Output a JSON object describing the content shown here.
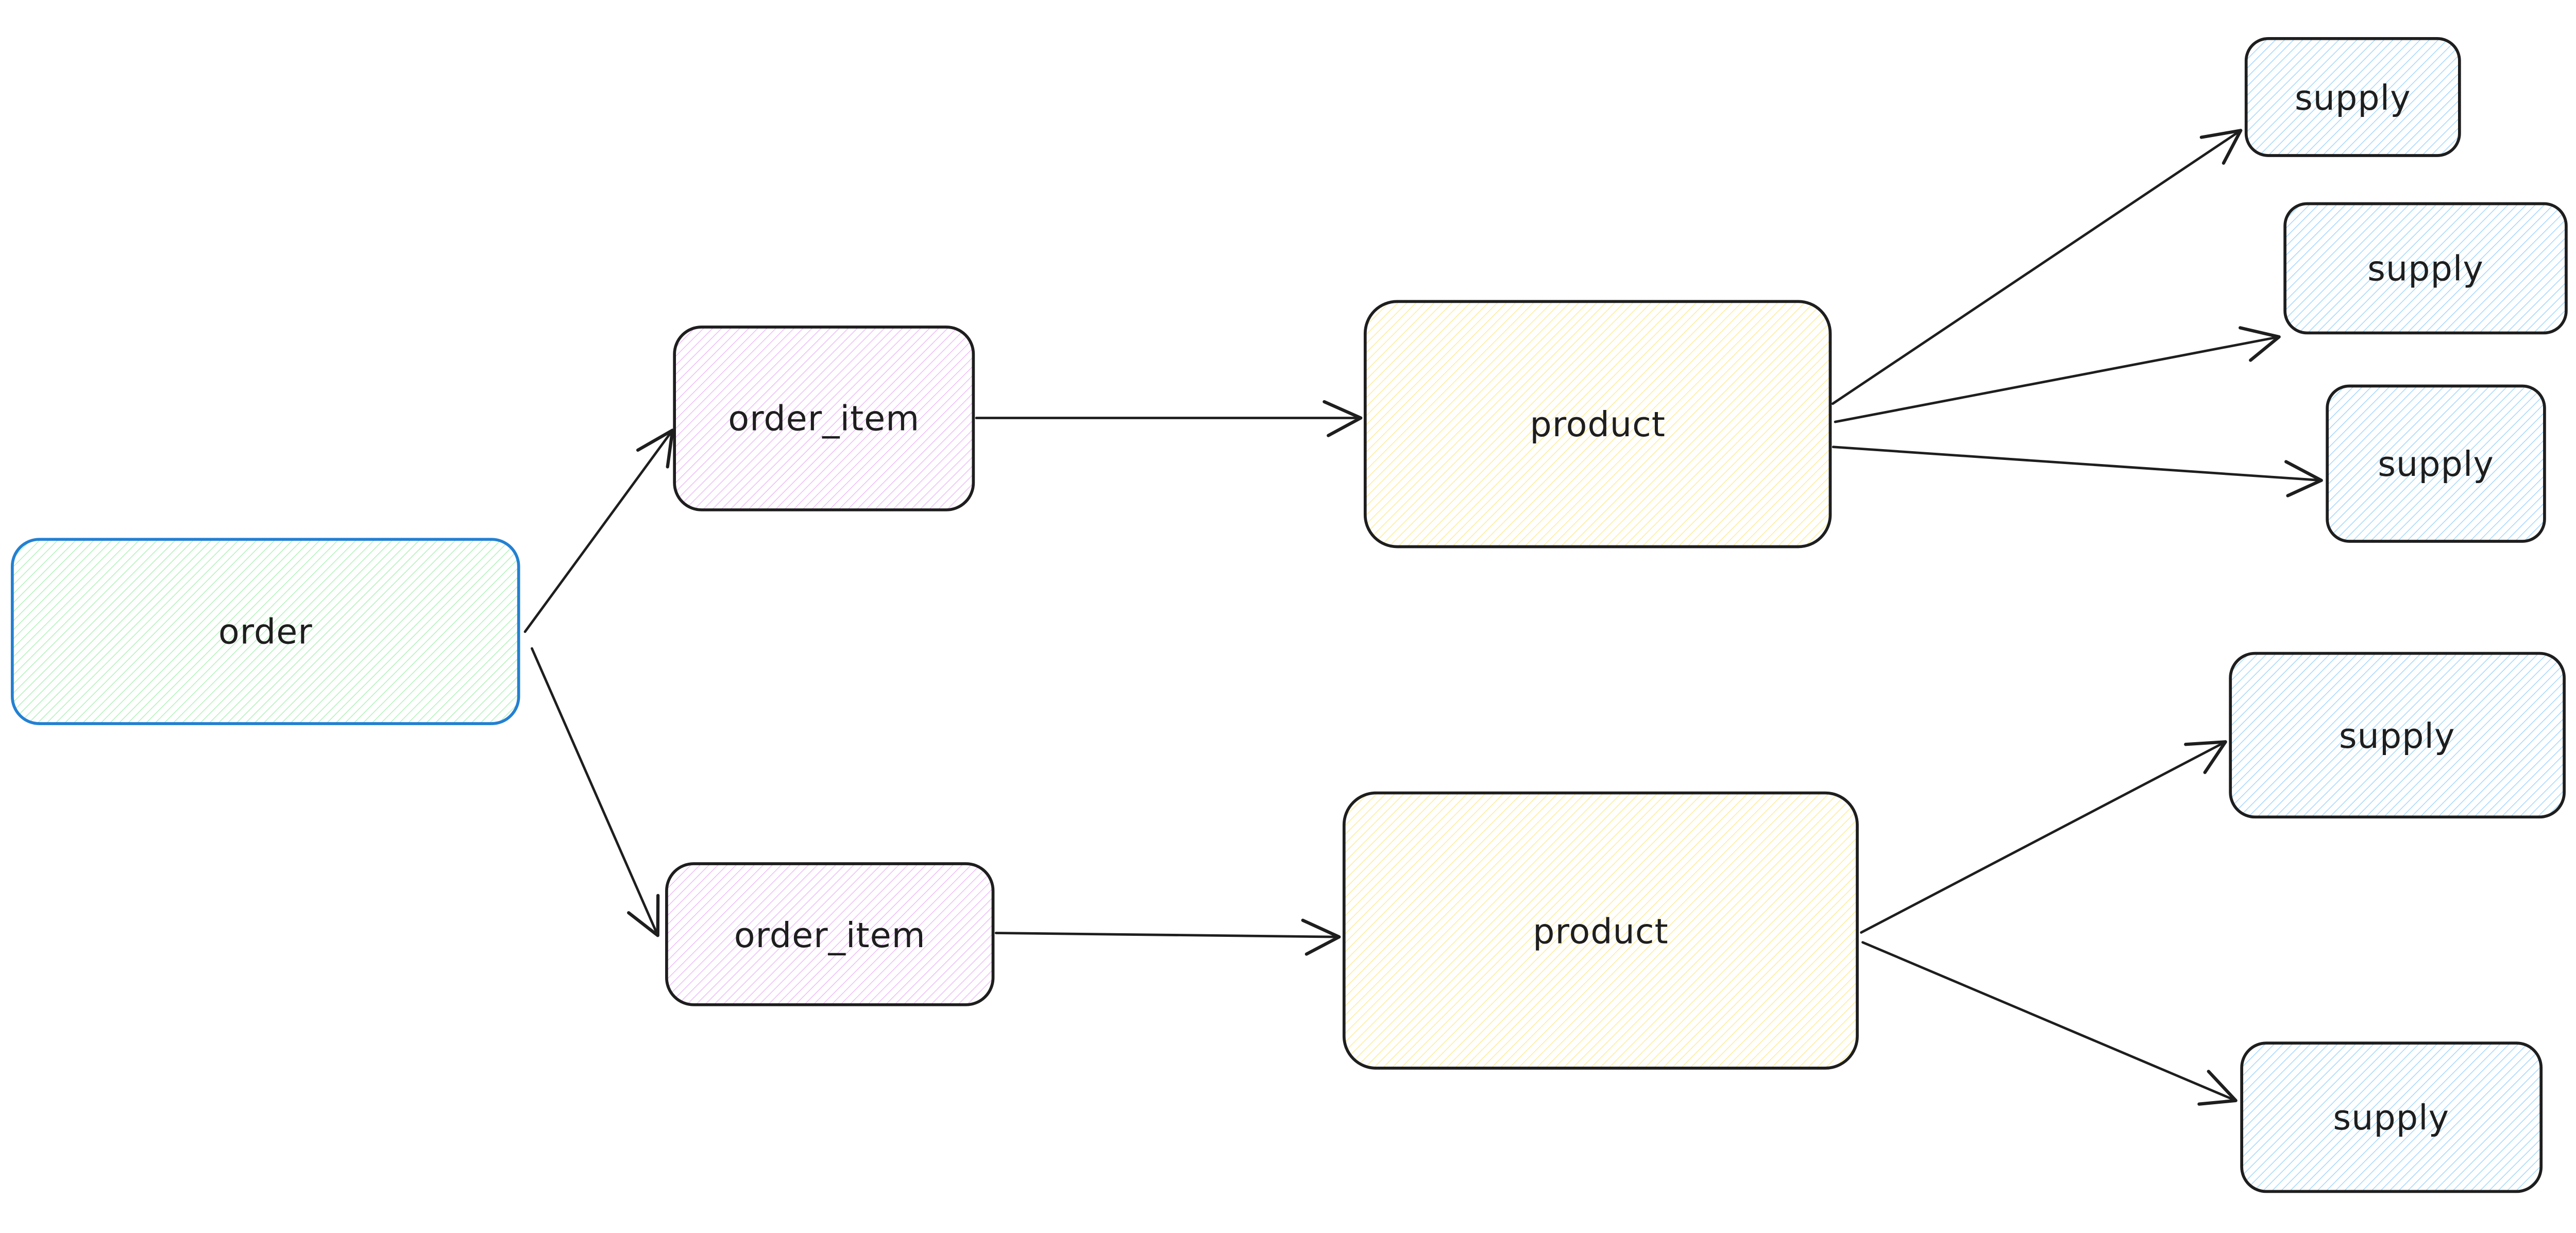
{
  "canvas": {
    "background": "#ffffff",
    "type_hint": "hand-drawn entity relationship sketch"
  },
  "colors": {
    "ink": "#1e1e1e",
    "order_stroke": "#2380d2",
    "hatch_green": "#b2f2bb",
    "hatch_violet": "#eebefa",
    "hatch_yellow": "#ffec99",
    "hatch_blue": "#a5d8ff"
  },
  "nodes": {
    "order": {
      "label": "order"
    },
    "order_item_top": {
      "label": "order_item"
    },
    "order_item_bottom": {
      "label": "order_item"
    },
    "product_top": {
      "label": "product"
    },
    "product_bottom": {
      "label": "product"
    },
    "supply_1": {
      "label": "supply"
    },
    "supply_2": {
      "label": "supply"
    },
    "supply_3": {
      "label": "supply"
    },
    "supply_4": {
      "label": "supply"
    },
    "supply_5": {
      "label": "supply"
    }
  },
  "edges": [
    {
      "from": "order",
      "to": "order_item_top"
    },
    {
      "from": "order",
      "to": "order_item_bottom"
    },
    {
      "from": "order_item_top",
      "to": "product_top"
    },
    {
      "from": "order_item_bottom",
      "to": "product_bottom"
    },
    {
      "from": "product_top",
      "to": "supply_1"
    },
    {
      "from": "product_top",
      "to": "supply_2"
    },
    {
      "from": "product_top",
      "to": "supply_3"
    },
    {
      "from": "product_bottom",
      "to": "supply_4"
    },
    {
      "from": "product_bottom",
      "to": "supply_5"
    }
  ]
}
